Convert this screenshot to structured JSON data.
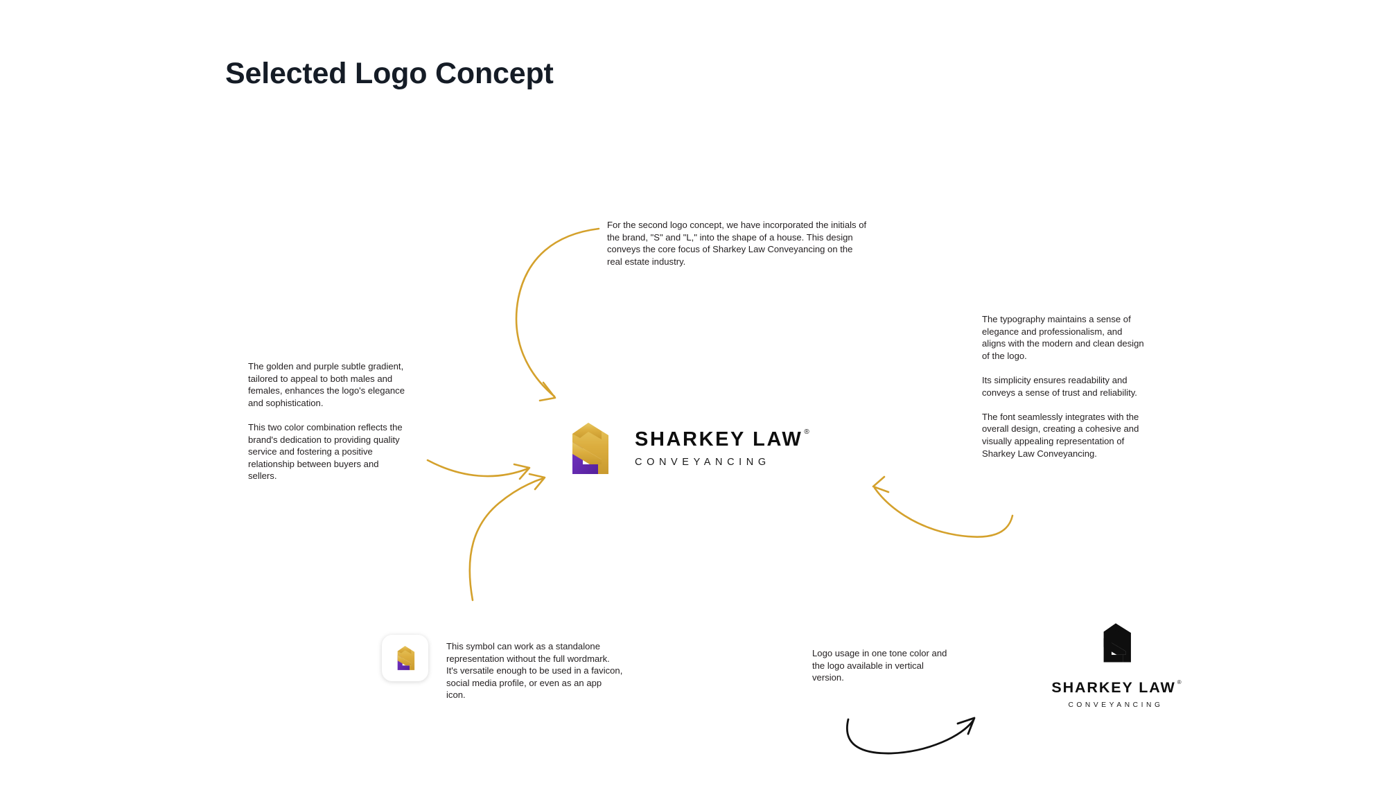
{
  "page": {
    "title": "Selected Logo Concept",
    "background": "#ffffff"
  },
  "brand": {
    "wordmark": "SHARKEY LAW",
    "registered_mark": "®",
    "tagline": "CONVEYANCING",
    "colors": {
      "gold_light": "#E5C35A",
      "gold": "#D9A93A",
      "gold_dark": "#C99A2E",
      "purple": "#6B2FB5",
      "purple_dark": "#4E1D90",
      "black": "#0e0e0e",
      "title_navy": "#151c26",
      "arrow_gold": "#D4A12C",
      "arrow_black": "#111111"
    }
  },
  "notes": {
    "concept": "For the second logo concept, we have incorporated the initials of the brand, \"S\" and \"L,\" into the shape of a house. This design conveys the core focus of Sharkey Law Conveyancing on the real estate industry.",
    "gradient_p1": "The golden and purple subtle gradient, tailored to appeal to both males and females, enhances the logo's elegance and sophistication.",
    "gradient_p2": "This two color combination reflects the brand's dedication to providing quality service and fostering a positive relationship between buyers and sellers.",
    "typography_p1": "The typography maintains a sense of elegance and professionalism, and aligns with the modern and clean design of the logo.",
    "typography_p2": "Its simplicity ensures readability and conveys a sense of trust and reliability.",
    "typography_p3": "The font seamlessly integrates with the overall design, creating a cohesive and visually appealing representation of Sharkey Law Conveyancing.",
    "symbol": "This symbol can work as a standalone representation without the full wordmark. It's versatile enough to be used in a favicon, social media profile, or even as an app icon.",
    "one_tone": "Logo usage in one tone color and the logo available in vertical version."
  },
  "icons": {
    "house_sl_mark": "house-sl-monogram-icon",
    "favicon_tile": "app-icon-tile",
    "arrow_concept": "curved-arrow-down-icon",
    "arrow_gradient": "curved-arrow-right-icon",
    "arrow_symbol": "curved-arrow-up-right-icon",
    "arrow_typography": "curved-arrow-left-icon",
    "arrow_onetone": "curved-arrow-up-right-black-icon"
  }
}
